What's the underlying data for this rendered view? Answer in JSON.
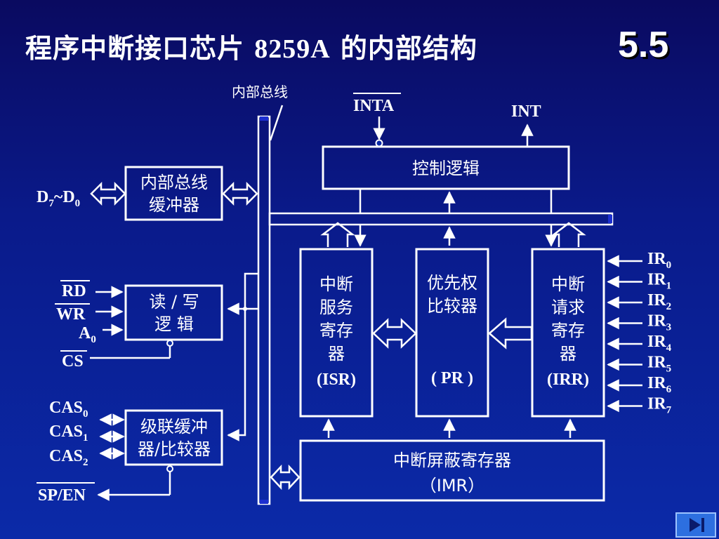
{
  "slide": {
    "title_cn1": "程序中断接口芯片 ",
    "title_latin": "8259A",
    "title_cn2": " 的内部结构",
    "section": "5.5"
  },
  "labels": {
    "internal_bus": "内部总线",
    "inta": "INTA",
    "int": "INT",
    "control_logic": "控制逻辑",
    "bus_buffer_1": "内部总线",
    "bus_buffer_2": "缓冲器",
    "data_pins": "D",
    "data_sub1": "7",
    "data_tilde": "~D",
    "data_sub2": "0",
    "rw_1": "读 / 写",
    "rw_2": "逻   辑",
    "rd": "RD",
    "wr": "WR",
    "a0": "A",
    "a0_sub": "0",
    "cs": "CS",
    "cascade_1": "级联缓冲",
    "cascade_2": "器/比较器",
    "cas": "CAS",
    "cas0": "0",
    "cas1": "1",
    "cas2": "2",
    "sp_en": "SP/EN",
    "isr_1": "中断",
    "isr_2": "服务",
    "isr_3": "寄存",
    "isr_4": "器",
    "isr_5": "(ISR)",
    "pr_1": "优先权",
    "pr_2": "比较器",
    "pr_3": "( PR )",
    "irr_1": "中断",
    "irr_2": "请求",
    "irr_3": "寄存",
    "irr_4": "器",
    "irr_5": "(IRR)",
    "imr_1": "中断屏蔽寄存器",
    "imr_2": "（IMR）",
    "ir": "IR",
    "ir_subs": [
      "0",
      "1",
      "2",
      "3",
      "4",
      "5",
      "6",
      "7"
    ]
  },
  "icons": {
    "nav": "play-end-icon"
  },
  "colors": {
    "background": "#0b2aa8",
    "foreground": "#ffffff"
  }
}
